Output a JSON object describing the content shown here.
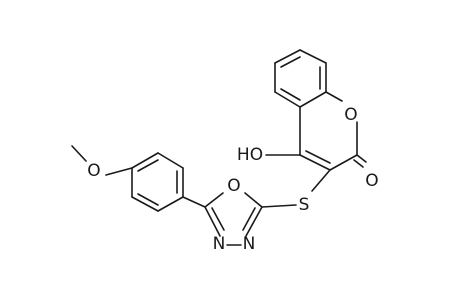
{
  "molecule": {
    "atoms": {
      "O_ring": "O",
      "O_carbonyl": "O",
      "OH": "HO",
      "S": "S",
      "O_oxadiazole": "O",
      "N_left": "N",
      "N_right": "N",
      "O_methoxy": "O"
    },
    "colors": {
      "bond": "#1a1a1a",
      "text": "#1a1a1a",
      "background": "#ffffff"
    }
  }
}
